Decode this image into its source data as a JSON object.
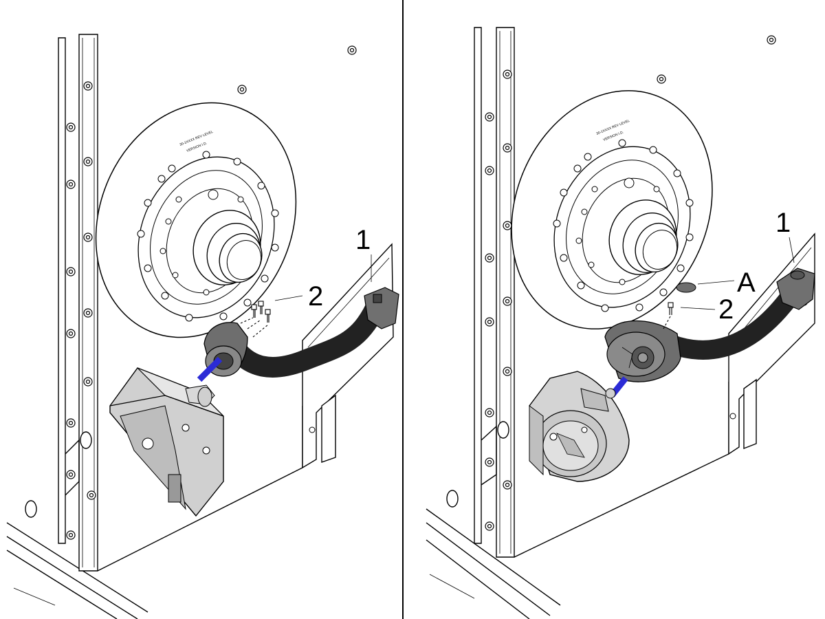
{
  "panels": [
    {
      "id": "left",
      "callouts": [
        {
          "key": "part_1",
          "text": "1"
        },
        {
          "key": "part_2",
          "text": "2"
        }
      ],
      "plate_text": [
        "30-1XXXX REV LEVEL",
        "VERSION I.D."
      ]
    },
    {
      "id": "right",
      "callouts": [
        {
          "key": "part_1",
          "text": "1"
        },
        {
          "key": "part_a",
          "text": "A"
        },
        {
          "key": "part_2",
          "text": "2"
        }
      ],
      "plate_text": [
        "30-1XXXX REV LEVEL",
        "VERSION I.D."
      ]
    }
  ],
  "colors": {
    "shaft_highlight": "#2b2bd6",
    "hose": "#5a5a5a",
    "housing": "#d0d0d0",
    "plug": "#6e6e6e"
  }
}
